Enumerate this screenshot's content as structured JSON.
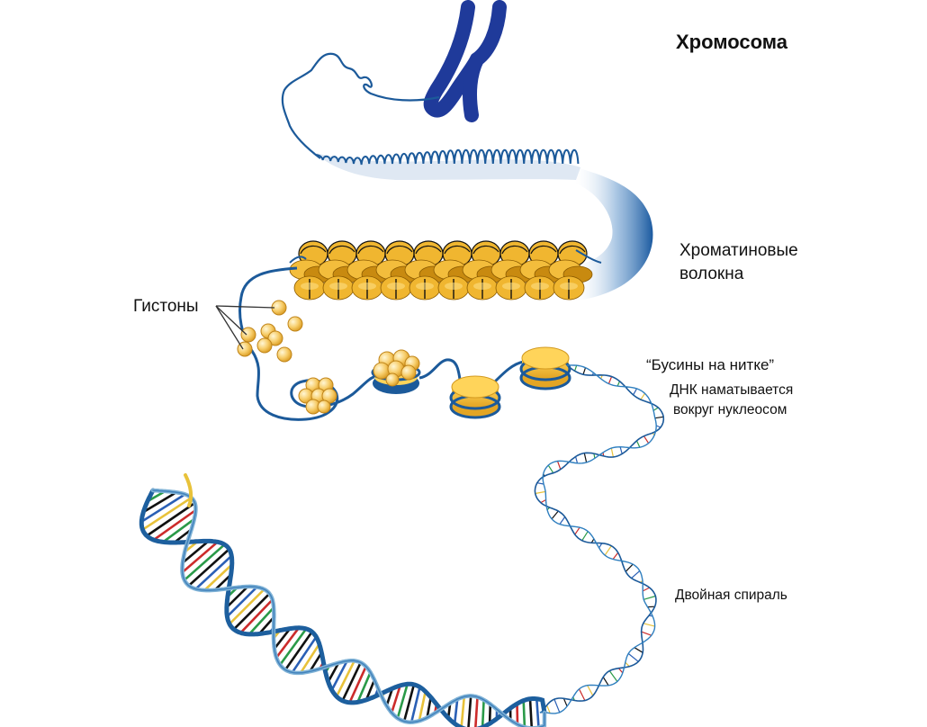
{
  "labels": {
    "chromosome": "Хромосома",
    "chromatin_line1": "Хроматиновые",
    "chromatin_line2": "волокна",
    "histones": "Гистоны",
    "beads_title": "“Бусины на нитке”",
    "beads_line1": "ДНК наматывается",
    "beads_line2": "вокруг нуклеосом",
    "double_helix": "Двойная спираль"
  },
  "colors": {
    "dna_strand": "#1c5a9a",
    "chromosome": "#1f3a9a",
    "histone": "#f0b630",
    "histone_dark": "#c88a10",
    "histone_light": "#ffe28a",
    "base_red": "#cc2b2b",
    "base_green": "#2a9a48",
    "base_black": "#111111",
    "base_blue": "#2a5fb5",
    "base_yellow": "#e8c23a"
  }
}
